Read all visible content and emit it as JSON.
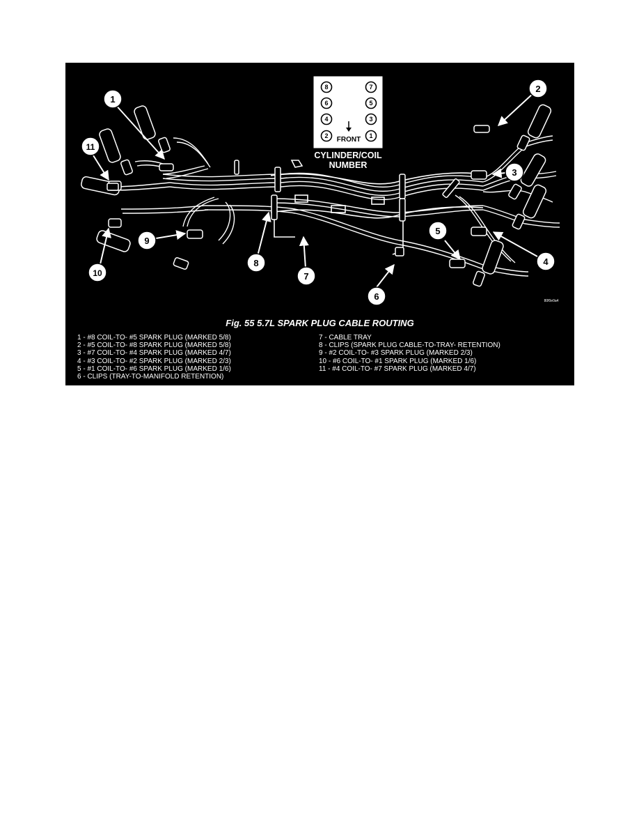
{
  "diagram": {
    "inset_title_line1": "CYLINDER/COIL",
    "inset_title_line2": "NUMBER",
    "inset_front_label": "FRONT",
    "inset_cylinders_left": [
      "8",
      "6",
      "4",
      "2"
    ],
    "inset_cylinders_right": [
      "7",
      "5",
      "3",
      "1"
    ],
    "callouts": [
      "1",
      "2",
      "3",
      "4",
      "5",
      "6",
      "7",
      "8",
      "9",
      "10",
      "11"
    ],
    "image_code": "80f0e0a4"
  },
  "caption": "Fig. 55 5.7L SPARK PLUG CABLE ROUTING",
  "legend_left": [
    "1 - #8 COIL-TO- #5 SPARK PLUG (MARKED 5/8)",
    "2 - #5 COIL-TO- #8 SPARK PLUG (MARKED 5/8)",
    "3 - #7 COIL-TO- #4 SPARK PLUG (MARKED 4/7)",
    "4 - #3 COIL-TO- #2 SPARK PLUG (MARKED 2/3)",
    "5 - #1 COIL-TO- #6 SPARK PLUG (MARKED 1/6)",
    "6 - CLIPS (TRAY-TO-MANIFOLD RETENTION)"
  ],
  "legend_right": [
    "7 - CABLE TRAY",
    "8 - CLIPS (SPARK PLUG CABLE-TO-TRAY- RETENTION)",
    "9 - #2 COIL-TO- #3 SPARK PLUG (MARKED 2/3)",
    "10 - #6 COIL-TO- #1 SPARK PLUG (MARKED 1/6)",
    "11 - #4 COIL-TO- #7 SPARK PLUG (MARKED 4/7)"
  ]
}
